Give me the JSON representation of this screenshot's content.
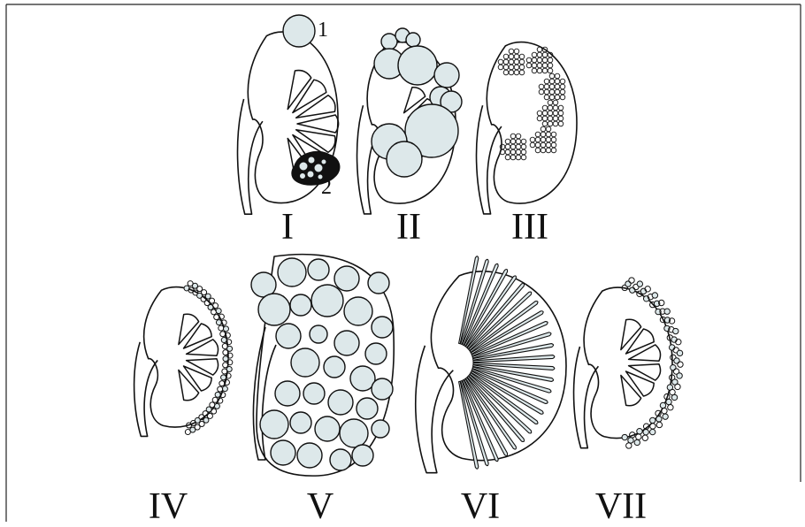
{
  "panels": [
    {
      "id": "p1",
      "label": "I"
    },
    {
      "id": "p2",
      "label": "II"
    },
    {
      "id": "p3",
      "label": "III"
    },
    {
      "id": "p4",
      "label": "IV"
    },
    {
      "id": "p5",
      "label": "V"
    },
    {
      "id": "p6",
      "label": "VI"
    },
    {
      "id": "p7",
      "label": "VII"
    }
  ],
  "callouts": {
    "one": "1",
    "two": "2"
  },
  "colors": {
    "stroke": "#111111",
    "cyst_fill": "#dde8ea",
    "background": "#ffffff",
    "dark_mass": "#111111"
  }
}
